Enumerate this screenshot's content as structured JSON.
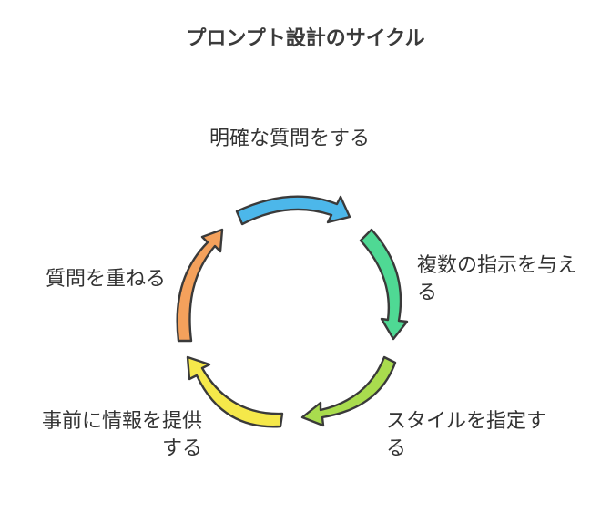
{
  "title": "プロンプト設計のサイクル",
  "steps": [
    {
      "label": "明確な質問をする",
      "color": "#4cb7ea"
    },
    {
      "label": "複数の指示を与える",
      "color": "#4fd994"
    },
    {
      "label": "スタイルを指定する",
      "color": "#a9dc4e"
    },
    {
      "label": "事前に情報を提供する",
      "color": "#f5e84a"
    },
    {
      "label": "質問を重ねる",
      "color": "#f4a15c"
    }
  ]
}
